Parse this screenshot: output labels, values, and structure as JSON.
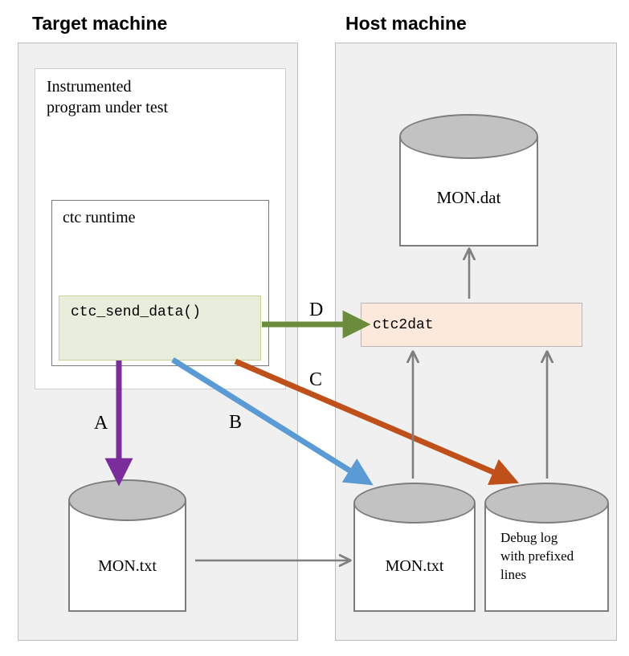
{
  "diagram": {
    "title_target": "Target machine",
    "title_host": "Host machine",
    "colors": {
      "panel_fill": "#f0f0f0",
      "panel_border": "#bcbcbc",
      "cylinder_top": "#c2c2c2",
      "cylinder_stroke": "#7d7d7d",
      "send_data_fill": "#e9eedc",
      "send_data_border": "#c3d39a",
      "ctc2dat_fill": "#fce9dc",
      "ctc2dat_border": "#b6b6b6",
      "arrow_a": "#7b2d9b",
      "arrow_b": "#5b9bd5",
      "arrow_c": "#c0501a",
      "arrow_d": "#6d8b3c",
      "arrow_gray": "#808080"
    }
  },
  "target": {
    "program_box_label": "Instrumented\nprogram under test",
    "runtime_box_label": "ctc runtime",
    "send_data_label": "ctc_send_data()",
    "cylinder_label": "MON.txt"
  },
  "host": {
    "mondat_label": "MON.dat",
    "ctc2dat_label": "ctc2dat",
    "montxt_label": "MON.txt",
    "debug_label": "Debug log\nwith prefixed\nlines"
  },
  "arrows": [
    {
      "id": "A",
      "label": "A",
      "color": "#7b2d9b",
      "from": "ctc_send_data()",
      "to": "target MON.txt"
    },
    {
      "id": "B",
      "label": "B",
      "color": "#5b9bd5",
      "from": "ctc_send_data()",
      "to": "host MON.txt"
    },
    {
      "id": "C",
      "label": "C",
      "color": "#c0501a",
      "from": "ctc_send_data()",
      "to": "Debug log with prefixed lines"
    },
    {
      "id": "D",
      "label": "D",
      "color": "#6d8b3c",
      "from": "ctc_send_data()",
      "to": "ctc2dat"
    },
    {
      "id": "copy",
      "label": "",
      "color": "#808080",
      "from": "target MON.txt",
      "to": "host MON.txt"
    },
    {
      "id": "montxt-to-ctc2dat",
      "label": "",
      "color": "#808080",
      "from": "host MON.txt",
      "to": "ctc2dat"
    },
    {
      "id": "debug-to-ctc2dat",
      "label": "",
      "color": "#808080",
      "from": "Debug log",
      "to": "ctc2dat"
    },
    {
      "id": "ctc2dat-to-mondat",
      "label": "",
      "color": "#808080",
      "from": "ctc2dat",
      "to": "MON.dat"
    }
  ]
}
